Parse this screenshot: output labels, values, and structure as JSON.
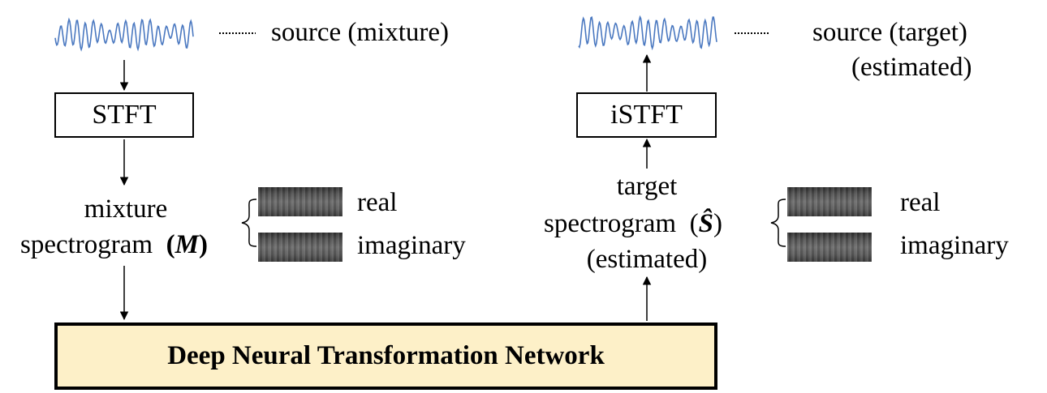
{
  "left": {
    "source_label": "source (mixture)",
    "stft_label": "STFT",
    "spectrogram_line1": "mixture",
    "spectrogram_line2": "spectrogram",
    "spectrogram_symbol": "M",
    "real_label": "real",
    "imag_label": "imaginary"
  },
  "right": {
    "source_label_line1": "source (target)",
    "source_label_line2": "(estimated)",
    "istft_label": "iSTFT",
    "spectrogram_line1": "target",
    "spectrogram_line2": "spectrogram",
    "spectrogram_line3": "(estimated)",
    "spectrogram_symbol": "Ŝ",
    "real_label": "real",
    "imag_label": "imaginary"
  },
  "network_label": "Deep Neural Transformation Network",
  "colors": {
    "waveform": "#4a78c0",
    "network_fill": "#fdf0c8"
  }
}
